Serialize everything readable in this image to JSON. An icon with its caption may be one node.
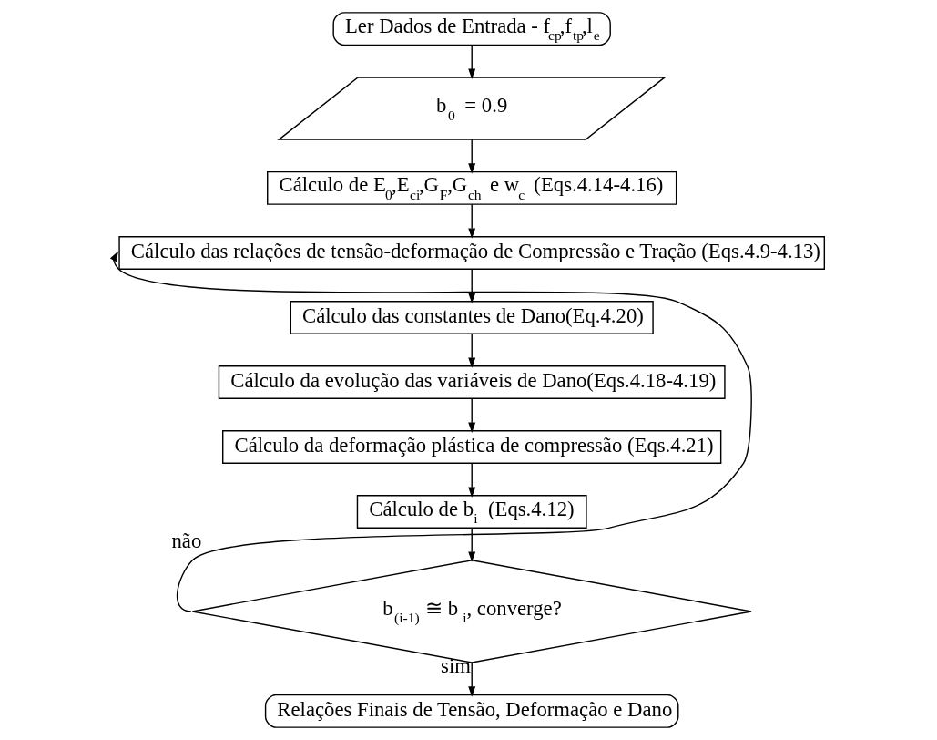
{
  "diagram": {
    "nodes": [
      {
        "text": [
          "Ler Dados de Entrada - f$_{cp}$,f$_{tp}$,l$_{e}$"
        ]
      },
      {
        "text": [
          "b$_{0}$ = 0.9"
        ]
      },
      {
        "text": [
          "Cálculo de E$_{0}$,E$_{ci}$,G$_{F}$,G$_{ch}$ e w$_{c}$ (Eqs.4.14-4.16)"
        ]
      },
      {
        "text": [
          "Cálculo das relações de tensão-deformação de Compressão e Tração (Eqs.4.9-4.13)"
        ]
      },
      {
        "text": [
          "Cálculo das constantes de Dano(Eq.4.20)"
        ]
      },
      {
        "text": [
          "Cálculo da evolução das variáveis de Dano(Eqs.4.18-4.19)"
        ]
      },
      {
        "text": [
          "Cálculo da deformação plástica de compressão (Eqs.4.21)"
        ]
      },
      {
        "text": [
          "Cálculo de b$_{i}$ (Eqs.4.12)"
        ]
      },
      {
        "text": [
          "b$_{(i-1)}$ ≅ b$_{i}$, converge?"
        ]
      },
      {
        "text": [
          "Relações Finais de Tensão, Deformação e Dano"
        ]
      }
    ],
    "edges": [
      {
        "from": 0,
        "to": 1,
        "arrow": "to"
      },
      {
        "from": 1,
        "to": 2,
        "arrow": "to"
      },
      {
        "from": 2,
        "to": 3,
        "arrow": "to"
      },
      {
        "from": 3,
        "to": 4,
        "arrow": "to"
      },
      {
        "from": 4,
        "to": 5,
        "arrow": "to"
      },
      {
        "from": 5,
        "to": 6,
        "arrow": "to"
      },
      {
        "from": 6,
        "to": 7,
        "arrow": "to"
      },
      {
        "from": 7,
        "to": 8,
        "arrow": "to"
      },
      {
        "from": 8,
        "to": 3,
        "arrow": "to",
        "label": "não"
      },
      {
        "from": 8,
        "to": 9,
        "arrow": "to",
        "label": "sim"
      }
    ]
  }
}
